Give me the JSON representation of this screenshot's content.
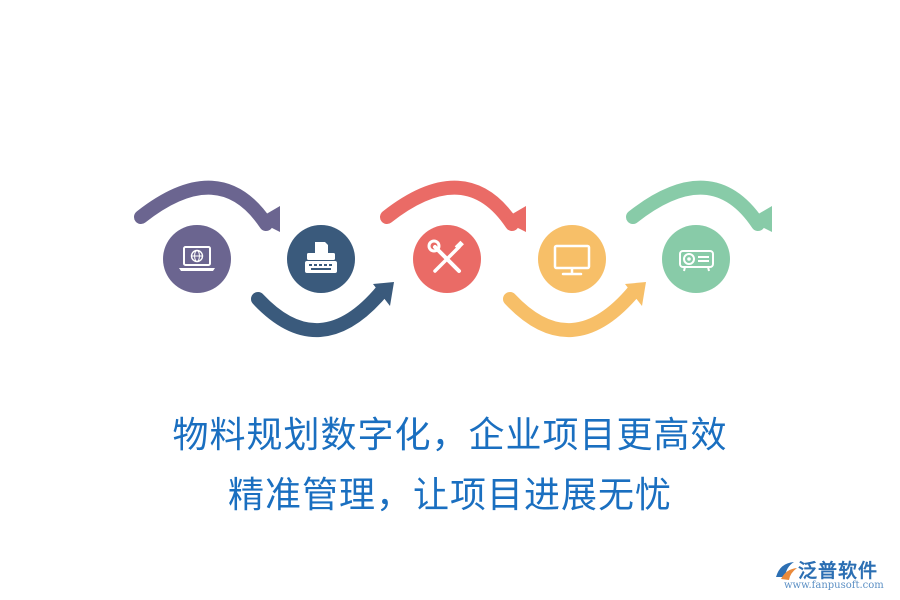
{
  "slogan": {
    "line1": "物料规划数字化，企业项目更高效",
    "line2": "精准管理，让项目进展无忧"
  },
  "logo": {
    "name": "泛普软件",
    "url": "www.fanpusoft.com"
  },
  "flow_steps": [
    {
      "icon": "laptop-globe-icon",
      "color": "#6b6590"
    },
    {
      "icon": "typewriter-icon",
      "color": "#3a5a7c"
    },
    {
      "icon": "wrench-screwdriver-icon",
      "color": "#ea6b66"
    },
    {
      "icon": "monitor-icon",
      "color": "#f7bf68"
    },
    {
      "icon": "projector-icon",
      "color": "#88cba8"
    }
  ]
}
